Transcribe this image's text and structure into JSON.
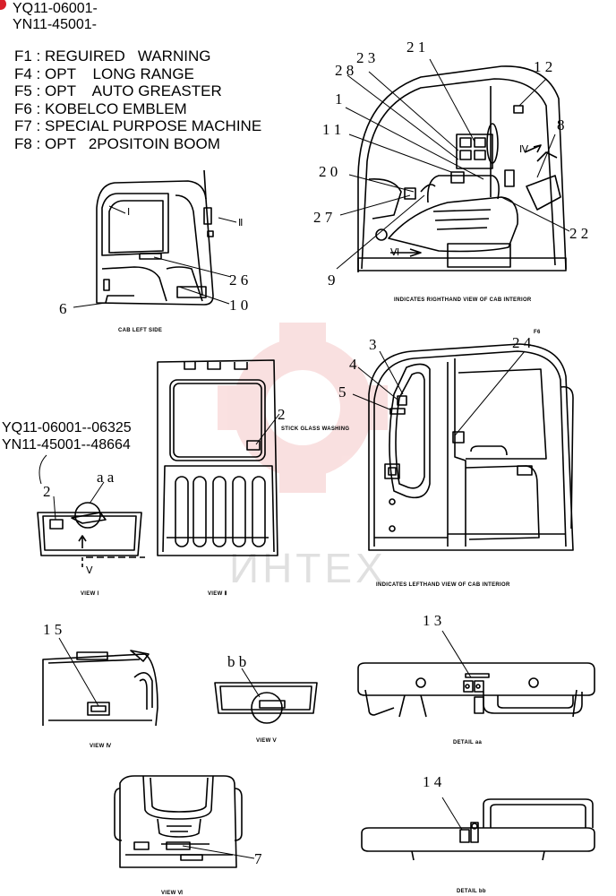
{
  "header": {
    "line1": "YQ11-06001-",
    "line2": "YN11-45001-"
  },
  "legend": [
    "F1 : REGUIRED   WARNING",
    "F4 : OPT    LONG RANGE",
    "F5 : OPT    AUTO GREASTER",
    "F6 : KOBELCO EMBLEM",
    "F7 : SPECIAL PURPOSE MACHINE",
    "F8 : OPT   2POSITOIN BOOM"
  ],
  "serials": {
    "line1": "YQ11-06001--06325",
    "line2": "YN11-45001--48664"
  },
  "captions": {
    "cab_left_side": "CAB LEFT SIDE",
    "right_view": "INDICATES RIGHTHAND VIEW OF CAB INTERIOR",
    "left_view": "INDICATES LEFTHAND VIEW OF CAB INTERIOR",
    "view1": "VIEW Ⅰ",
    "view2": "VIEW Ⅱ",
    "view4": "VIEW Ⅳ",
    "view5": "VIEW Ⅴ",
    "view6": "VIEW Ⅵ",
    "detail_aa": "DETAIL aa",
    "detail_bb": "DETAIL bb",
    "stick_label": "STICK GLASS WASHING",
    "f6_mark": "F6"
  },
  "view_marks": {
    "i": "Ⅰ",
    "ii": "Ⅱ",
    "iv": "Ⅳ",
    "v": "Ⅴ",
    "vi": "Ⅵ",
    "aa": "a a",
    "bb": "b b"
  },
  "callouts": {
    "n1": "1",
    "n2": "2",
    "n2b": "2",
    "n3": "3",
    "n4": "4",
    "n5": "5",
    "n6": "6",
    "n7": "7",
    "n8": "8",
    "n9": "9",
    "n10": "1 0",
    "n11": "1 1",
    "n12": "1 2",
    "n13": "1 3",
    "n14": "1 4",
    "n15": "1 5",
    "n20": "2 0",
    "n21": "2 1",
    "n22": "2 2",
    "n23": "2 3",
    "n24": "2 4",
    "n26": "2 6",
    "n27": "2 7",
    "n28": "2 8"
  },
  "watermark": "ИНТЕХ"
}
